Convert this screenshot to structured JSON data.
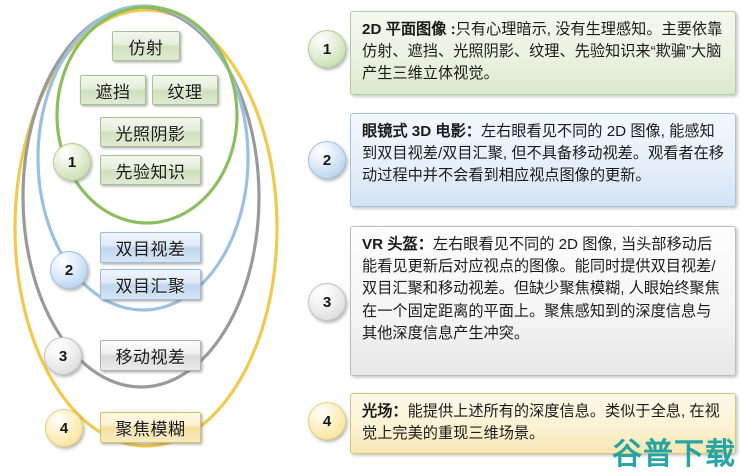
{
  "diagram": {
    "rings": [
      {
        "id": "ring-1",
        "color": "#8bbf5e",
        "label": "inner-green-ring"
      },
      {
        "id": "ring-2",
        "color": "#9cc0e0",
        "label": "blue-ring"
      },
      {
        "id": "ring-3",
        "color": "#9a9a9a",
        "label": "gray-ring"
      },
      {
        "id": "ring-4",
        "color": "#f2c94c",
        "label": "outer-yellow-ring"
      }
    ],
    "markers": [
      {
        "number": "1",
        "color": "green"
      },
      {
        "number": "2",
        "color": "blue"
      },
      {
        "number": "3",
        "color": "gray"
      },
      {
        "number": "4",
        "color": "yellow"
      }
    ],
    "nodes": [
      {
        "label": "仿射",
        "color": "green"
      },
      {
        "label": "遮挡",
        "color": "green"
      },
      {
        "label": "纹理",
        "color": "green"
      },
      {
        "label": "光照阴影",
        "color": "green"
      },
      {
        "label": "先验知识",
        "color": "green"
      },
      {
        "label": "双目视差",
        "color": "blue"
      },
      {
        "label": "双目汇聚",
        "color": "blue"
      },
      {
        "label": "移动视差",
        "color": "gray"
      },
      {
        "label": "聚焦模糊",
        "color": "yellow"
      }
    ]
  },
  "panels": [
    {
      "number": "1",
      "color": "green",
      "lead": "2D 平面图像 :",
      "body": "只有心理暗示, 没有生理感知。主要依靠仿射、遮挡、光照阴影、纹理、先验知识来“欺骗”大脑产生三维立体视觉。"
    },
    {
      "number": "2",
      "color": "blue",
      "lead": "眼镜式 3D 电影：",
      "body": "左右眼看见不同的 2D 图像, 能感知到双目视差/双目汇聚, 但不具备移动视差。观看者在移动过程中并不会看到相应视点图像的更新。"
    },
    {
      "number": "3",
      "color": "gray",
      "lead": "VR 头盔：",
      "body": "左右眼看见不同的 2D 图像, 当头部移动后能看见更新后对应视点的图像。能同时提供双目视差/双目汇聚和移动视差。但缺少聚焦模糊, 人眼始终聚焦在一个固定距离的平面上。聚焦感知到的深度信息与其他深度信息产生冲突。"
    },
    {
      "number": "4",
      "color": "yellow",
      "lead": "光场：",
      "body": "能提供上述所有的深度信息。类似于全息, 在视觉上完美的重现三维场景。"
    }
  ],
  "watermark": "谷普下载"
}
